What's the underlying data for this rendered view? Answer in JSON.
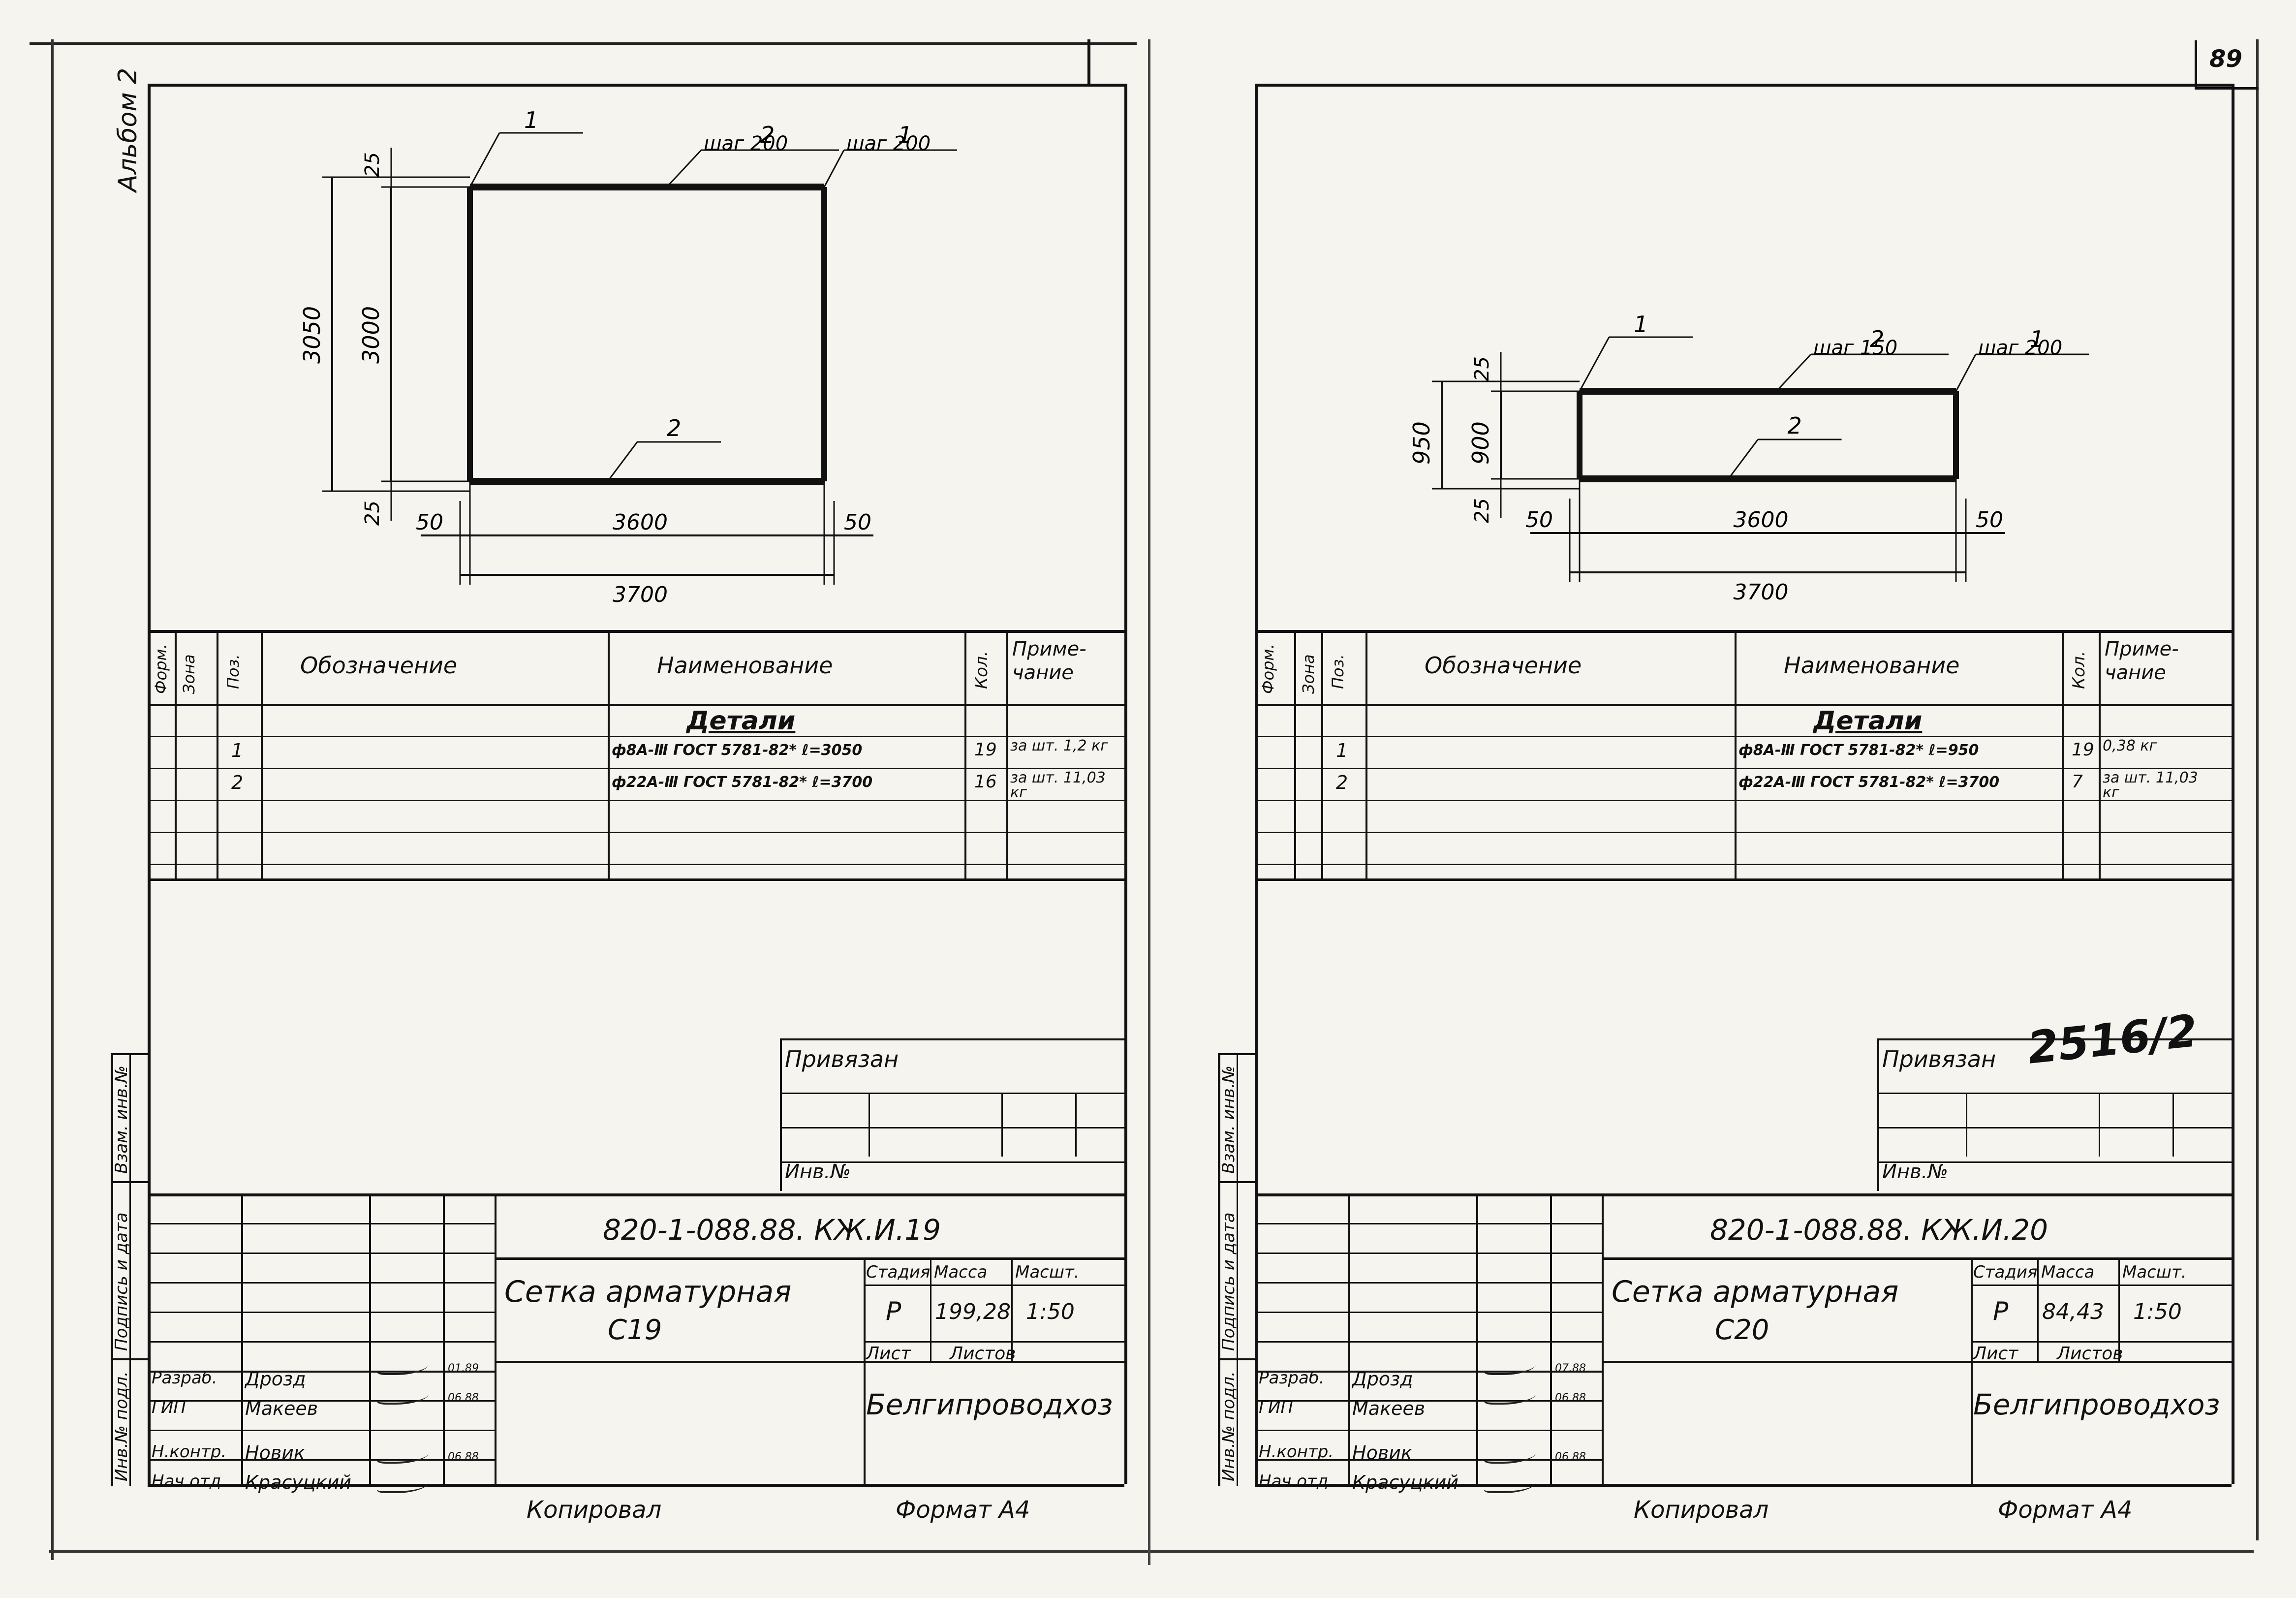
{
  "page_number": "89",
  "album_label": "Альбом 2",
  "copied_label": "Копировал",
  "format_label": "Формат А4",
  "stamp": "2516/2",
  "spec_header": {
    "format": "Форм.",
    "zone": "Зона",
    "pos": "Поз.",
    "designation": "Обозначение",
    "name": "Наименование",
    "qty_left": "Кол.",
    "qty_right": "Кол.",
    "note": "Приме-\nчание"
  },
  "spec_section": "Детали",
  "side_labels": {
    "inv_vzam": "Взам. инв.№",
    "sign_date": "Подпись и дата",
    "inv_podl": "Инв.№ подл."
  },
  "privyazan": "Привязан",
  "inv_no": "Инв.№",
  "title_block": {
    "roles": [
      "Разраб.",
      "ГИП",
      "Н.контр.",
      "Нач.отд."
    ],
    "names": [
      "Дрозд",
      "Макеев",
      "Новик",
      "Красуцкий"
    ],
    "stage_label": "Стадия",
    "mass_label": "Масса",
    "scale_label": "Масшт.",
    "sheet_label": "Лист",
    "sheets_label": "Листов",
    "org": "Белгипроводхоз",
    "stage": "Р",
    "scale": "1:50"
  },
  "sheets": [
    {
      "code": "820-1-088.88. КЖ.И.19",
      "title_line1": "Сетка арматурная",
      "title_line2": "С19",
      "mass": "199,28",
      "dims": {
        "total_height": "3050",
        "inner_height": "3000",
        "top_offset": "25",
        "bottom_offset": "25",
        "left_offset": "50",
        "inner_width": "3600",
        "right_offset": "50",
        "total_width": "3700",
        "pos1": "1",
        "pos2": "2",
        "pos1b": "1",
        "pos2b": "2",
        "step2": "шаг 200",
        "step1": "шаг 200"
      },
      "dates": [
        "01.89",
        "06.88",
        "06.88"
      ],
      "rows": [
        {
          "pos": "1",
          "name": "ф8А-Ⅲ ГОСТ 5781-82* ℓ=3050",
          "qty": "19",
          "note": "за шт. 1,2 кг"
        },
        {
          "pos": "2",
          "name": "ф22А-Ⅲ ГОСТ 5781-82* ℓ=3700",
          "qty": "16",
          "note": "за шт. 11,03 кг"
        }
      ]
    },
    {
      "code": "820-1-088.88. КЖ.И.20",
      "title_line1": "Сетка арматурная",
      "title_line2": "С20",
      "mass": "84,43",
      "dims": {
        "total_height": "950",
        "inner_height": "900",
        "top_offset": "25",
        "bottom_offset": "25",
        "left_offset": "50",
        "inner_width": "3600",
        "right_offset": "50",
        "total_width": "3700",
        "pos1": "1",
        "pos2": "2",
        "pos1b": "1",
        "pos2b": "2",
        "step2": "шаг 150",
        "step1": "шаг 200"
      },
      "dates": [
        "07.88",
        "06.88",
        "06.88"
      ],
      "rows": [
        {
          "pos": "1",
          "name": "ф8А-Ⅲ ГОСТ 5781-82* ℓ=950",
          "qty": "19",
          "note": "0,38 кг"
        },
        {
          "pos": "2",
          "name": "ф22А-Ⅲ ГОСТ 5781-82* ℓ=3700",
          "qty": "7",
          "note": "за шт. 11,03 кг"
        }
      ]
    }
  ]
}
